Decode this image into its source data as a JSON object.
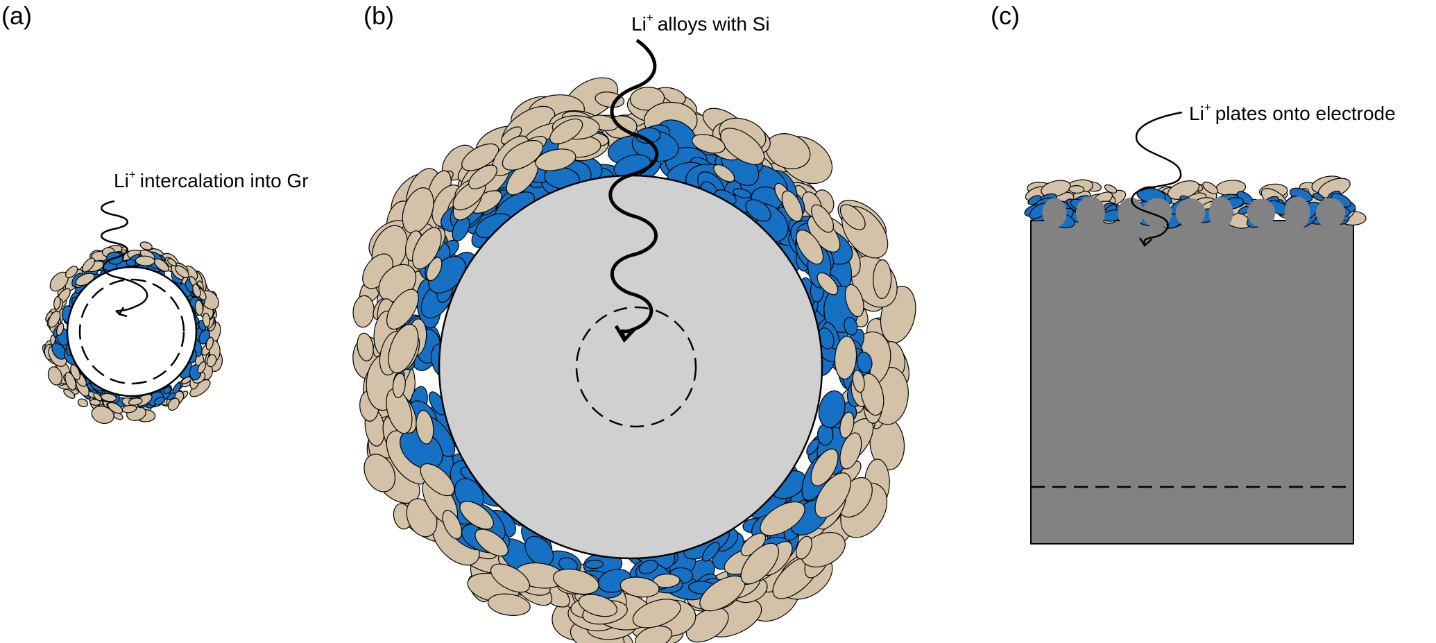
{
  "panels": {
    "a": {
      "label": "(a)",
      "ion": "Li",
      "charge": "+",
      "caption": "intercalation into Gr"
    },
    "b": {
      "label": "(b)",
      "ion": "Li",
      "charge": "+",
      "caption": "alloys with Si"
    },
    "c": {
      "label": "(c)",
      "ion": "Li",
      "charge": "+",
      "caption": "plates onto electrode"
    }
  },
  "colors": {
    "sei_blue": "#1670c4",
    "sei_tan": "#d3c2a7",
    "graphite_core": "#ffffff",
    "silicon_core": "#d0d0d0",
    "lithium_metal": "#828282",
    "outline": "#000000"
  }
}
